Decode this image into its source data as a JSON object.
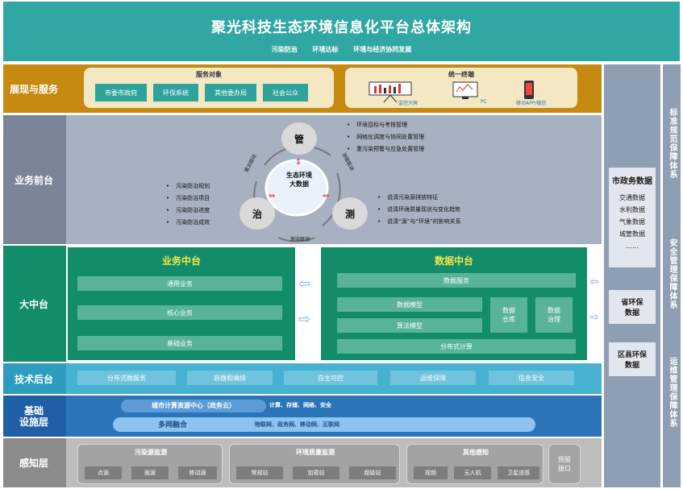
{
  "title": "聚光科技生态环境信息化平台总体架构",
  "subtitles": [
    "污染防治",
    "环境达标",
    "环境与经济协同发展"
  ],
  "layers": {
    "presentation": "展现与服务",
    "business_front": "业务前台",
    "middle": "大中台",
    "tech_back": "技术后台",
    "infra": "基础\n设施层",
    "perception": "感知层"
  },
  "service_objects": {
    "title": "服务对象",
    "items": [
      "市委市政府",
      "环保系统",
      "其他委办局",
      "社会公众"
    ]
  },
  "unified_terminal": {
    "title": "统一终端",
    "items": [
      "监控大屏",
      "PC",
      "移动APP/微信"
    ]
  },
  "business_front": {
    "nodes": {
      "top": "管",
      "left": "治",
      "right": "测",
      "center": "生态环境\n大数据"
    },
    "arc_labels": {
      "left": "管治联动",
      "right": "测管联动",
      "bottom": "测治联动"
    },
    "top_bullets": [
      "环境目标与考核管理",
      "网格化调度与协同处置管理",
      "重污染预警与应急处置管理"
    ],
    "left_bullets": [
      "污染防治规划",
      "污染防治项目",
      "污染防治进度",
      "污染防治成效"
    ],
    "right_bullets": [
      "说清污染源排放特征",
      "说清环境质量现状与变化趋势",
      "说清“源”与“环境”的影响关系"
    ]
  },
  "business_middle": {
    "title": "业务中台",
    "items": [
      "通用业务",
      "核心业务",
      "基础业务"
    ]
  },
  "data_middle": {
    "title": "数据中台",
    "service": "数据服务",
    "model": "数据模型",
    "algorithm": "算法模型",
    "warehouse": "数据\n仓库",
    "governance": "数据\n治理",
    "compute": "分布式计算"
  },
  "tech_back": [
    "分布式微服务",
    "容器和编排",
    "自主可控",
    "运维保障",
    "信息安全"
  ],
  "infra": {
    "compute_center": "城市计算资源中心（政务云）",
    "compute_items": "计算、存储、网络、安全",
    "network": "多网融合",
    "network_items": "物联网、政务网、移动网、互联网"
  },
  "perception": {
    "pollution": {
      "title": "污染源监测",
      "items": [
        "点源",
        "面源",
        "移动源"
      ]
    },
    "environment": {
      "title": "环境质量监测",
      "items": [
        "常规站",
        "加密站",
        "超级站"
      ]
    },
    "other": {
      "title": "其他感知",
      "items": [
        "视频",
        "无人机",
        "卫星遥感"
      ]
    },
    "reserved": "预留\n接口"
  },
  "right_panel": {
    "city_data": {
      "title": "市政务数据",
      "items": [
        "交通数据",
        "水利数据",
        "气象数据",
        "城管数据",
        "......"
      ]
    },
    "province": "省环保\n数据",
    "county": "区县环保\n数据"
  },
  "right_vertical": [
    "标准规范保障体系",
    "安全管理保障体系",
    "运维管理保障体系"
  ],
  "colors": {
    "header": "#30a7a3",
    "presentation": "#c78a11",
    "business_front": "#a8b1c1",
    "middle": "#138d69",
    "tech_back": "#47b1d2",
    "infra": "#2b74b8",
    "perception": "#bdbdbd",
    "side": "#8e9eb3"
  }
}
